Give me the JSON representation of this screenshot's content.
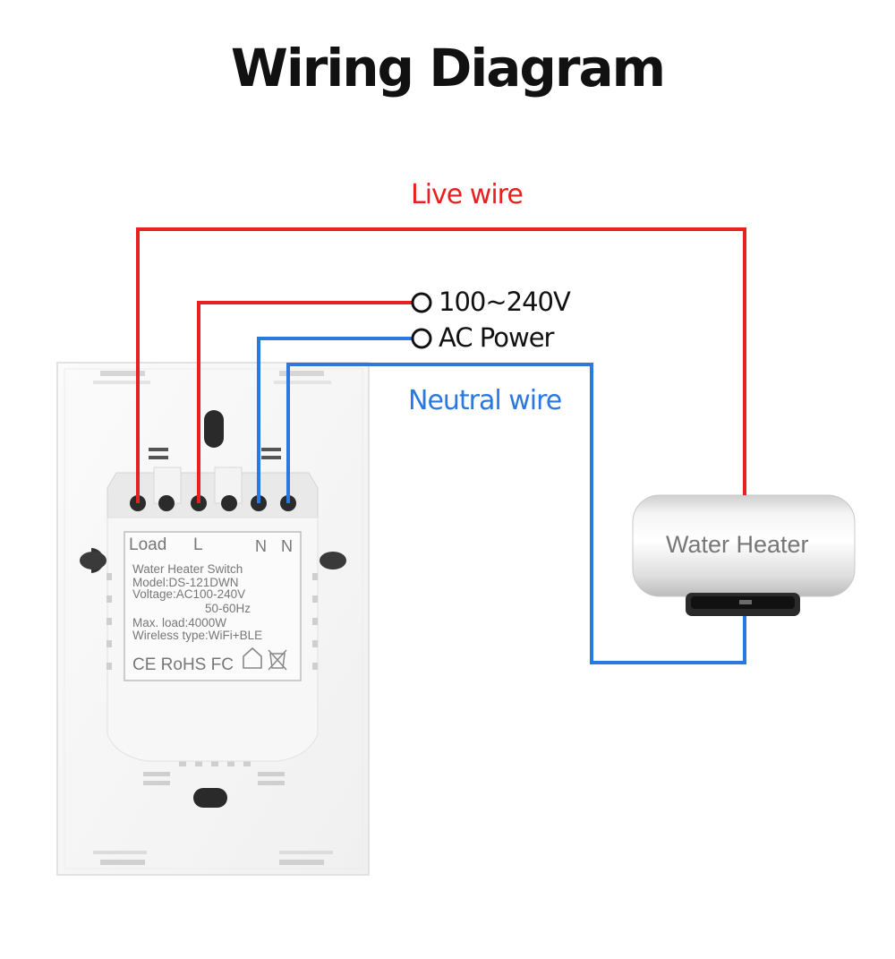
{
  "title": "Wiring Diagram",
  "labels": {
    "live_wire": "Live wire",
    "neutral_wire": "Neutral wire",
    "voltage": "100~240V",
    "ac_power": "AC Power"
  },
  "switch_plate": {
    "terminals": {
      "load": "Load",
      "l": "L",
      "n1": "N",
      "n2": "N"
    },
    "info": [
      "Water Heater Switch",
      "Model:DS-121DWN",
      "Voltage:AC100-240V",
      "50-60Hz",
      "Max. load:4000W",
      "Wireless type:WiFi+BLE"
    ],
    "certifications": "CE RoHS FC"
  },
  "heater": {
    "label": "Water Heater"
  },
  "colors": {
    "live": "#e8201f",
    "neutral": "#2a79e0",
    "plate": "#f6f6f6",
    "heater": "#e6e6e6"
  }
}
